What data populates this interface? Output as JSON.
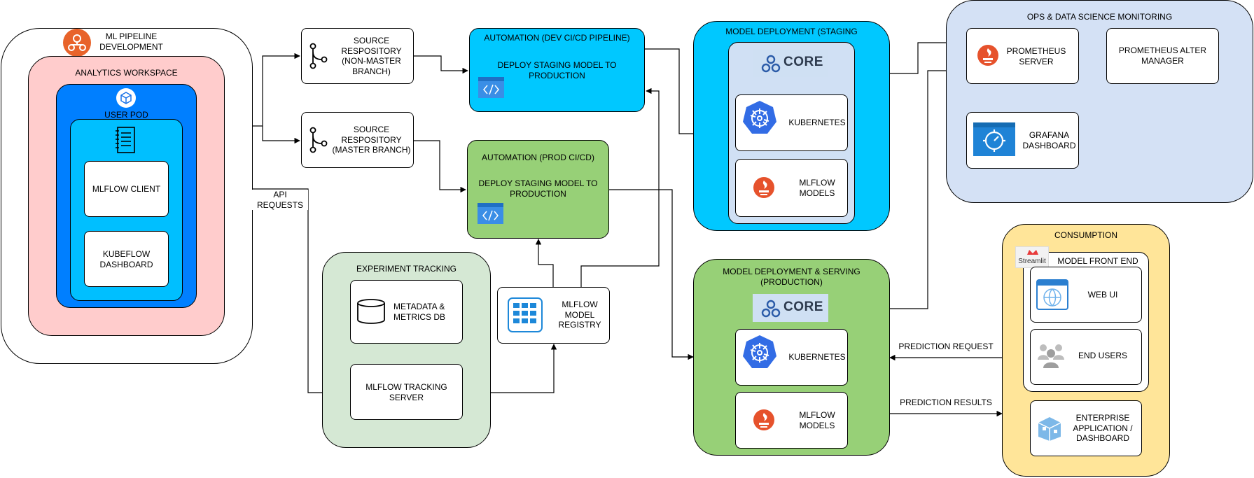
{
  "ml_pipeline": {
    "title": "ML PIPELINE\nDEVELOPMENT"
  },
  "analytics": {
    "title": "ANALYTICS WORKSPACE"
  },
  "user_pod": {
    "title": "USER POD"
  },
  "mlflow_client": {
    "label": "MLFLOW CLIENT"
  },
  "kubeflow_dashboard": {
    "label": "KUBEFLOW\nDASHBOARD"
  },
  "source_repo_nonmaster": {
    "label": "SOURCE\nRESPOSITORY\n(NON-MASTER\nBRANCH)"
  },
  "source_repo_master": {
    "label": "SOURCE\nRESPOSITORY\n(MASTER BRANCH)"
  },
  "automation_dev": {
    "title": "AUTOMATION (DEV CI/CD PIPELINE)",
    "body": "DEPLOY STAGING MODEL TO\nPRODUCTION"
  },
  "automation_prod": {
    "title": "AUTOMATION (PROD CI/CD)",
    "body": "DEPLOY STAGING MODEL TO\nPRODUCTION"
  },
  "api_requests": {
    "label": "API\nREQUESTS"
  },
  "experiment_tracking": {
    "title": "EXPERIMENT TRACKING",
    "db": "METADATA &\nMETRICS DB",
    "server": "MLFLOW TRACKING\nSERVER"
  },
  "model_registry": {
    "label": "MLFLOW\nMODEL\nREGISTRY"
  },
  "staging": {
    "title": "MODEL DEPLOYMENT (STAGING",
    "core": "CORE",
    "kubernetes": "KUBERNETES",
    "models": "MLFLOW\nMODELS"
  },
  "production": {
    "title": "MODEL DEPLOYMENT & SERVING\n(PRODUCTION)",
    "core": "CORE",
    "kubernetes": "KUBERNETES",
    "models": "MLFLOW\nMODELS"
  },
  "monitoring": {
    "title": "OPS & DATA SCIENCE MONITORING",
    "prometheus": "PROMETHEUS\nSERVER",
    "alert": "PROMETHEUS ALTER\nMANAGER",
    "grafana": "GRAFANA\nDASHBOARD"
  },
  "consumption": {
    "title": "CONSUMPTION",
    "front_end": "MODEL FRONT END",
    "streamlit": "Streamlit",
    "web_ui": "WEB UI",
    "end_users": "END USERS",
    "enterprise": "ENTERPRISE\nAPPLICATION /\nDASHBOARD"
  },
  "edges": {
    "prediction_request": "PREDICTION REQUEST",
    "prediction_results": "PREDICTION RESULTS"
  },
  "colors": {
    "pipeline_bg": "#ffffff",
    "analytics_bg": "#ffcccc",
    "userpod_outer": "#007fff",
    "userpod_inner": "#00bfff",
    "automation_dev": "#00c8ff",
    "automation_prod": "#97d077",
    "experiment": "#d5e8d4",
    "staging_bg": "#00c8ff",
    "staging_inner": "#d0e0f4",
    "production_bg": "#97d077",
    "monitoring_bg": "#d4e1f5",
    "consumption_bg": "#ffe599",
    "accent_orange": "#e8632a"
  }
}
